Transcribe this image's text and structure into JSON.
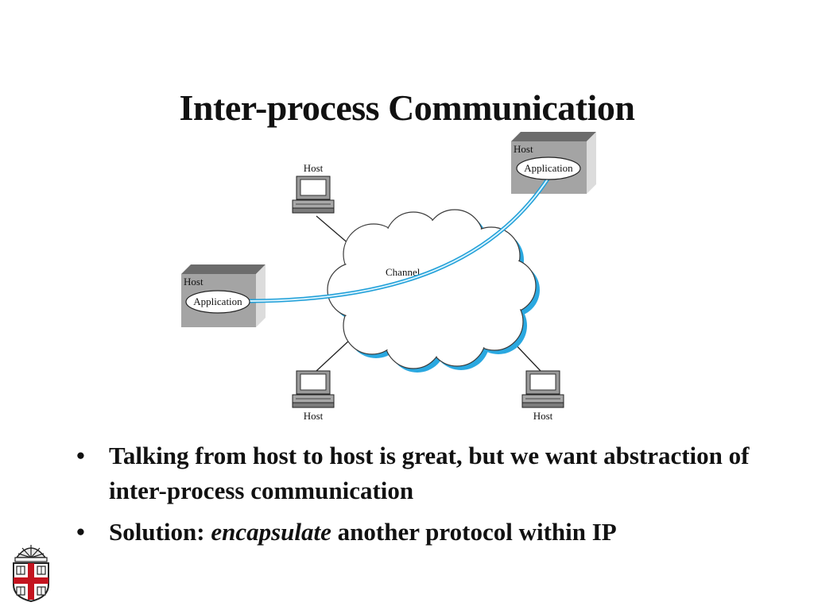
{
  "title": "Inter-process Communication",
  "diagram": {
    "host_label": "Host",
    "application_label": "Application",
    "channel_label": "Channel"
  },
  "bullets": [
    {
      "text": "Talking from host to host is great, but we want abstraction of inter-process communication"
    },
    {
      "prefix": "Solution: ",
      "emphasis": "encapsulate",
      "suffix": " another protocol within IP"
    }
  ],
  "logo": {
    "name": "university-shield"
  }
}
